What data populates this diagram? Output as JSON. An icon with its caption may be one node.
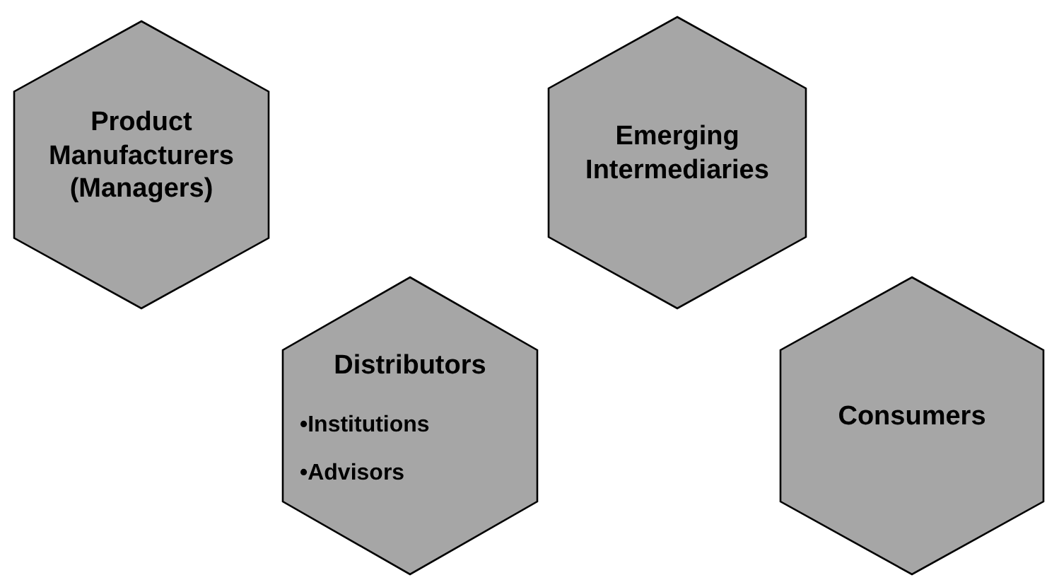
{
  "diagram": {
    "nodes": [
      {
        "text": [
          "Product Manufacturers (Managers)"
        ]
      },
      {
        "text": [
          "Emerging Intermediaries"
        ]
      },
      {
        "text": [
          "Distributors",
          "•Institutions",
          "•Advisors"
        ]
      },
      {
        "text": [
          "Consumers"
        ]
      }
    ]
  }
}
